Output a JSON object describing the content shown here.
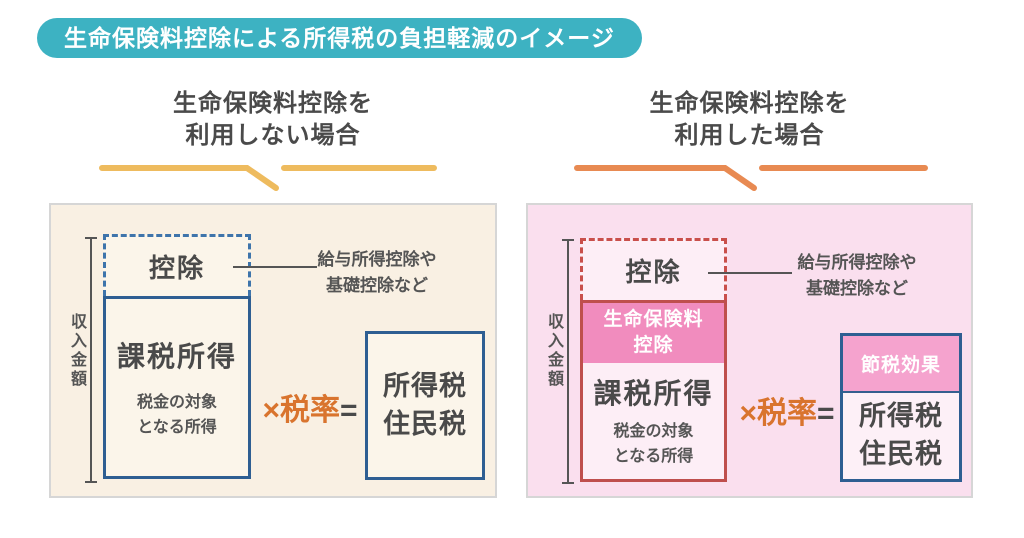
{
  "title": "生命保険料控除による所得税の負担軽減のイメージ",
  "panels": [
    {
      "header_line1": "生命保険料控除を",
      "header_line2": "利用しない場合",
      "income_label": "収入金額",
      "deduction_label": "控除",
      "annotation_line1": "給与所得控除や",
      "annotation_line2": "基礎控除など",
      "taxable_income_label": "課税所得",
      "taxable_income_sub1": "税金の対象",
      "taxable_income_sub2": "となる所得",
      "multiply_label": "×税率",
      "equals_label": "=",
      "result_line1": "所得税",
      "result_line2": "住民税"
    },
    {
      "header_line1": "生命保険料控除を",
      "header_line2": "利用した場合",
      "income_label": "収入金額",
      "deduction_label": "控除",
      "annotation_line1": "給与所得控除や",
      "annotation_line2": "基礎控除など",
      "life_deduction_line1": "生命保険料",
      "life_deduction_line2": "控除",
      "taxable_income_label": "課税所得",
      "taxable_income_sub1": "税金の対象",
      "taxable_income_sub2": "となる所得",
      "multiply_label": "×税率",
      "equals_label": "=",
      "tax_saving_label": "節税効果",
      "result_line1": "所得税",
      "result_line2": "住民税"
    }
  ],
  "colors": {
    "title_badge_teal": "#3db2c2",
    "brace_left_amber": "#eebb5e",
    "brace_right_orange": "#e88a52",
    "panel_left_bg": "#f9f0e3",
    "panel_right_bg": "#fadfee",
    "blue_border": "#2e5e92",
    "blue_dashed_border": "#3e74ab",
    "red_border": "#bf4f4d",
    "pink_fill_life_deduction": "#f18cbe",
    "pink_fill_tax_saving": "#f5a3ce",
    "formula_orange": "#d9742e",
    "text_dark": "#4a4a4a"
  }
}
